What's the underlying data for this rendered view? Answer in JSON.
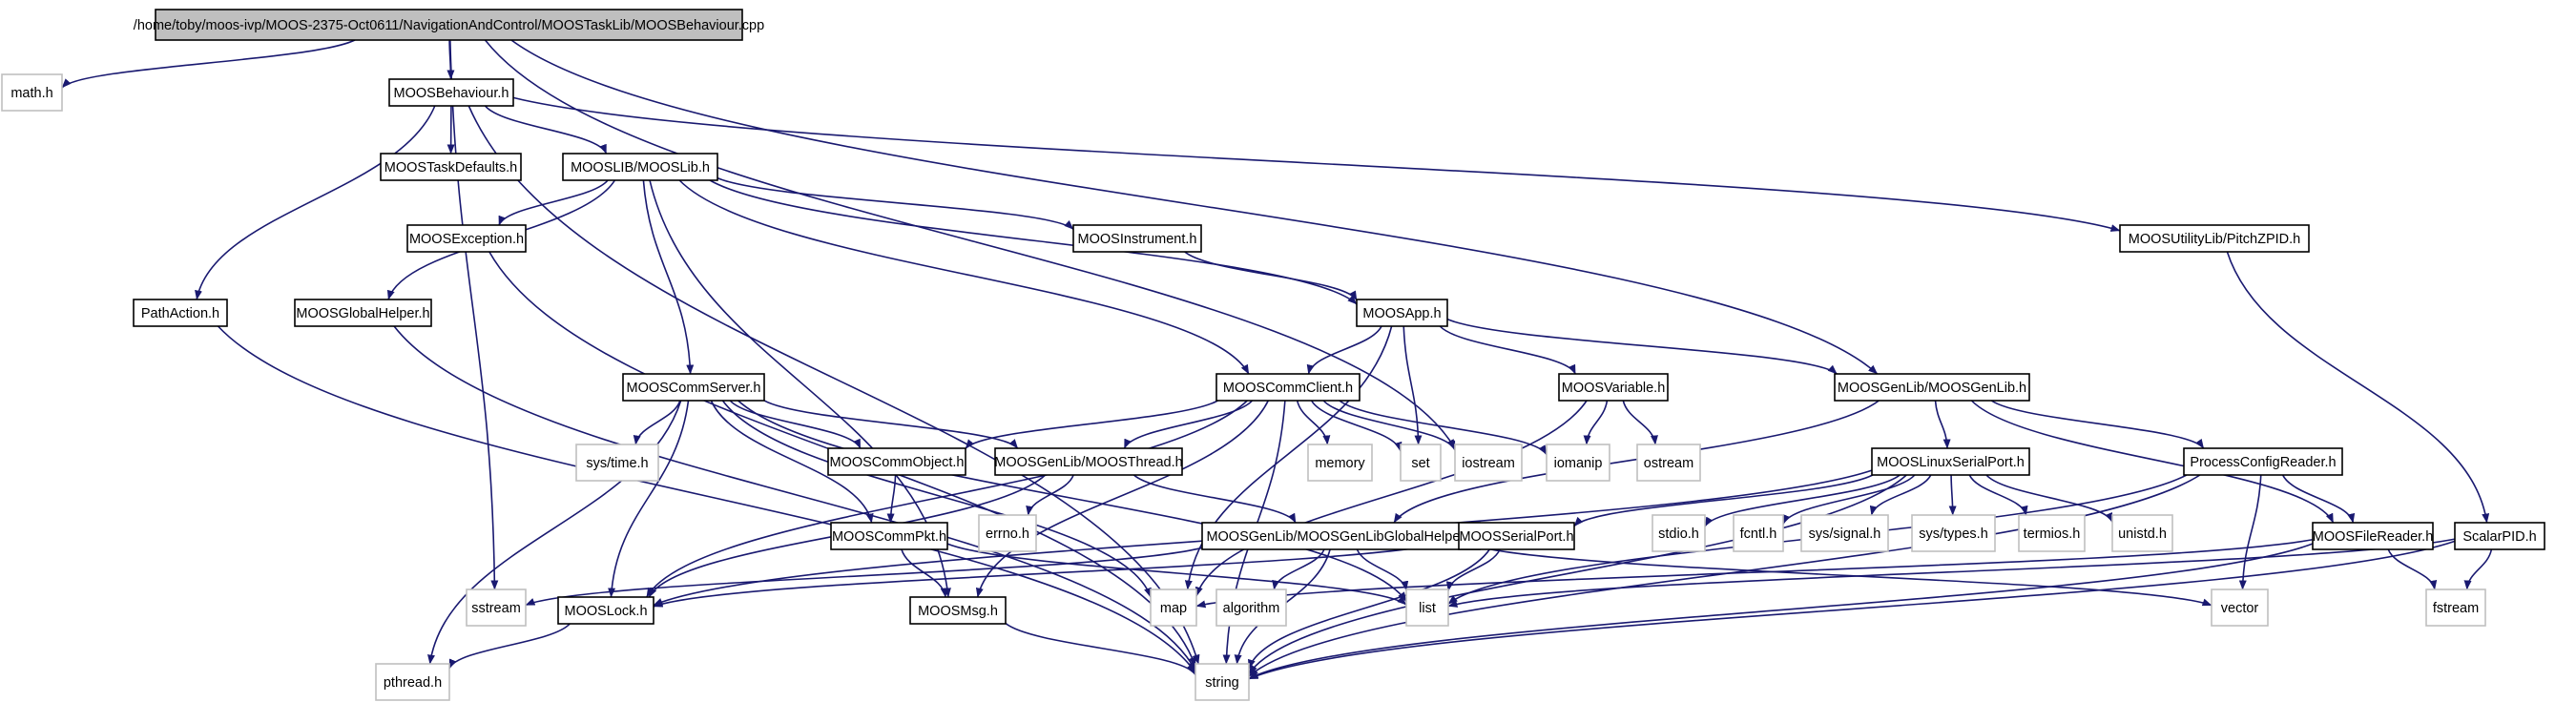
{
  "diagram": {
    "type": "include-dependency-graph",
    "colors": {
      "edge": "#191970",
      "root_fill": "#bfbfbf",
      "local_border": "#000000",
      "system_border": "#bfbfbf",
      "background": "#ffffff"
    },
    "nodes": [
      {
        "id": "root",
        "label": "/home/toby/moos-ivp/MOOS-2375-Oct0611/NavigationAndControl/MOOSTaskLib/MOOSBehaviour.cpp",
        "kind": "root"
      },
      {
        "id": "math_h",
        "label": "math.h",
        "kind": "system"
      },
      {
        "id": "moosbehaviour_h",
        "label": "MOOSBehaviour.h",
        "kind": "local"
      },
      {
        "id": "moostaskdefaults_h",
        "label": "MOOSTaskDefaults.h",
        "kind": "local"
      },
      {
        "id": "mooslib_h",
        "label": "MOOSLIB/MOOSLib.h",
        "kind": "local"
      },
      {
        "id": "pitchzpid_h",
        "label": "MOOSUtilityLib/PitchZPID.h",
        "kind": "local"
      },
      {
        "id": "moosexception_h",
        "label": "MOOSException.h",
        "kind": "local"
      },
      {
        "id": "moosinstrument_h",
        "label": "MOOSInstrument.h",
        "kind": "local"
      },
      {
        "id": "pathaction_h",
        "label": "PathAction.h",
        "kind": "local"
      },
      {
        "id": "moosglobalhelper_h",
        "label": "MOOSGlobalHelper.h",
        "kind": "local"
      },
      {
        "id": "moosapp_h",
        "label": "MOOSApp.h",
        "kind": "local"
      },
      {
        "id": "mooscommserver_h",
        "label": "MOOSCommServer.h",
        "kind": "local"
      },
      {
        "id": "mooscommclient_h",
        "label": "MOOSCommClient.h",
        "kind": "local"
      },
      {
        "id": "moosvariable_h",
        "label": "MOOSVariable.h",
        "kind": "local"
      },
      {
        "id": "moosgenlib_h",
        "label": "MOOSGenLib/MOOSGenLib.h",
        "kind": "local"
      },
      {
        "id": "systime_h",
        "label": "sys/time.h",
        "kind": "system"
      },
      {
        "id": "mooscommobject_h",
        "label": "MOOSCommObject.h",
        "kind": "local"
      },
      {
        "id": "moosthread_h",
        "label": "MOOSGenLib/MOOSThread.h",
        "kind": "local"
      },
      {
        "id": "memory",
        "label": "memory",
        "kind": "system"
      },
      {
        "id": "set",
        "label": "set",
        "kind": "system"
      },
      {
        "id": "iostream",
        "label": "iostream",
        "kind": "system"
      },
      {
        "id": "iomanip",
        "label": "iomanip",
        "kind": "system"
      },
      {
        "id": "ostream",
        "label": "ostream",
        "kind": "system"
      },
      {
        "id": "mooslinuxserialport_h",
        "label": "MOOSLinuxSerialPort.h",
        "kind": "local"
      },
      {
        "id": "processconfigreader_h",
        "label": "ProcessConfigReader.h",
        "kind": "local"
      },
      {
        "id": "errno_h",
        "label": "errno.h",
        "kind": "system"
      },
      {
        "id": "mooscommpkt_h",
        "label": "MOOSCommPkt.h",
        "kind": "local"
      },
      {
        "id": "moosgenlibglobalhelper_h",
        "label": "MOOSGenLib/MOOSGenLibGlobalHelper.h",
        "kind": "local"
      },
      {
        "id": "moosserialport_h",
        "label": "MOOSSerialPort.h",
        "kind": "local"
      },
      {
        "id": "stdio_h",
        "label": "stdio.h",
        "kind": "system"
      },
      {
        "id": "fcntl_h",
        "label": "fcntl.h",
        "kind": "system"
      },
      {
        "id": "syssignal_h",
        "label": "sys/signal.h",
        "kind": "system"
      },
      {
        "id": "systypes_h",
        "label": "sys/types.h",
        "kind": "system"
      },
      {
        "id": "termios_h",
        "label": "termios.h",
        "kind": "system"
      },
      {
        "id": "unistd_h",
        "label": "unistd.h",
        "kind": "system"
      },
      {
        "id": "moosfilereader_h",
        "label": "MOOSFileReader.h",
        "kind": "local"
      },
      {
        "id": "scalarpid_h",
        "label": "ScalarPID.h",
        "kind": "local"
      },
      {
        "id": "sstream",
        "label": "sstream",
        "kind": "system"
      },
      {
        "id": "mooslock_h",
        "label": "MOOSLock.h",
        "kind": "local"
      },
      {
        "id": "moosmsg_h",
        "label": "MOOSMsg.h",
        "kind": "local"
      },
      {
        "id": "map",
        "label": "map",
        "kind": "system"
      },
      {
        "id": "algorithm",
        "label": "algorithm",
        "kind": "system"
      },
      {
        "id": "list",
        "label": "list",
        "kind": "system"
      },
      {
        "id": "vector",
        "label": "vector",
        "kind": "system"
      },
      {
        "id": "fstream",
        "label": "fstream",
        "kind": "system"
      },
      {
        "id": "pthread_h",
        "label": "pthread.h",
        "kind": "system"
      },
      {
        "id": "string",
        "label": "string",
        "kind": "system"
      }
    ],
    "edges": [
      [
        "root",
        "math_h"
      ],
      [
        "root",
        "moosbehaviour_h"
      ],
      [
        "root",
        "sstream"
      ],
      [
        "root",
        "iostream"
      ],
      [
        "root",
        "moosgenlib_h"
      ],
      [
        "moosbehaviour_h",
        "moostaskdefaults_h"
      ],
      [
        "moosbehaviour_h",
        "mooslib_h"
      ],
      [
        "moosbehaviour_h",
        "pitchzpid_h"
      ],
      [
        "moosbehaviour_h",
        "pathaction_h"
      ],
      [
        "moosbehaviour_h",
        "string"
      ],
      [
        "mooslib_h",
        "moosexception_h"
      ],
      [
        "mooslib_h",
        "moosinstrument_h"
      ],
      [
        "mooslib_h",
        "moosglobalhelper_h"
      ],
      [
        "mooslib_h",
        "moosapp_h"
      ],
      [
        "mooslib_h",
        "mooscommserver_h"
      ],
      [
        "mooslib_h",
        "mooscommclient_h"
      ],
      [
        "mooslib_h",
        "moosmsg_h"
      ],
      [
        "pitchzpid_h",
        "scalarpid_h"
      ],
      [
        "moosexception_h",
        "string"
      ],
      [
        "moosinstrument_h",
        "moosapp_h"
      ],
      [
        "pathaction_h",
        "string"
      ],
      [
        "moosglobalhelper_h",
        "string"
      ],
      [
        "moosapp_h",
        "mooscommclient_h"
      ],
      [
        "moosapp_h",
        "moosvariable_h"
      ],
      [
        "moosapp_h",
        "moosgenlib_h"
      ],
      [
        "moosapp_h",
        "set"
      ],
      [
        "moosapp_h",
        "map"
      ],
      [
        "mooscommserver_h",
        "systime_h"
      ],
      [
        "mooscommserver_h",
        "mooscommobject_h"
      ],
      [
        "mooscommserver_h",
        "moosthread_h"
      ],
      [
        "mooscommserver_h",
        "mooscommpkt_h"
      ],
      [
        "mooscommserver_h",
        "mooslock_h"
      ],
      [
        "mooscommserver_h",
        "map"
      ],
      [
        "mooscommserver_h",
        "list"
      ],
      [
        "mooscommserver_h",
        "pthread_h"
      ],
      [
        "mooscommclient_h",
        "mooscommobject_h"
      ],
      [
        "mooscommclient_h",
        "moosthread_h"
      ],
      [
        "mooscommclient_h",
        "memory"
      ],
      [
        "mooscommclient_h",
        "set"
      ],
      [
        "mooscommclient_h",
        "iostream"
      ],
      [
        "mooscommclient_h",
        "iomanip"
      ],
      [
        "mooscommclient_h",
        "mooslock_h"
      ],
      [
        "mooscommclient_h",
        "moosmsg_h"
      ],
      [
        "mooscommclient_h",
        "string"
      ],
      [
        "moosvariable_h",
        "iomanip"
      ],
      [
        "moosvariable_h",
        "ostream"
      ],
      [
        "moosvariable_h",
        "map"
      ],
      [
        "moosgenlib_h",
        "mooslinuxserialport_h"
      ],
      [
        "moosgenlib_h",
        "processconfigreader_h"
      ],
      [
        "moosgenlib_h",
        "moosfilereader_h"
      ],
      [
        "moosgenlib_h",
        "moosgenlibglobalhelper_h"
      ],
      [
        "mooscommobject_h",
        "mooscommpkt_h"
      ],
      [
        "moosthread_h",
        "errno_h"
      ],
      [
        "moosthread_h",
        "moosgenlibglobalhelper_h"
      ],
      [
        "moosthread_h",
        "mooslock_h"
      ],
      [
        "mooscommpkt_h",
        "moosmsg_h"
      ],
      [
        "mooscommpkt_h",
        "list"
      ],
      [
        "mooslinuxserialport_h",
        "moosserialport_h"
      ],
      [
        "mooslinuxserialport_h",
        "stdio_h"
      ],
      [
        "mooslinuxserialport_h",
        "fcntl_h"
      ],
      [
        "mooslinuxserialport_h",
        "syssignal_h"
      ],
      [
        "mooslinuxserialport_h",
        "systypes_h"
      ],
      [
        "mooslinuxserialport_h",
        "termios_h"
      ],
      [
        "mooslinuxserialport_h",
        "unistd_h"
      ],
      [
        "mooslinuxserialport_h",
        "string"
      ],
      [
        "mooslinuxserialport_h",
        "mooslock_h"
      ],
      [
        "processconfigreader_h",
        "moosfilereader_h"
      ],
      [
        "processconfigreader_h",
        "vector"
      ],
      [
        "processconfigreader_h",
        "list"
      ],
      [
        "processconfigreader_h",
        "string"
      ],
      [
        "moosgenlibglobalhelper_h",
        "algorithm"
      ],
      [
        "moosgenlibglobalhelper_h",
        "list"
      ],
      [
        "moosgenlibglobalhelper_h",
        "vector"
      ],
      [
        "moosgenlibglobalhelper_h",
        "sstream"
      ],
      [
        "moosgenlibglobalhelper_h",
        "string"
      ],
      [
        "moosserialport_h",
        "mooslock_h"
      ],
      [
        "moosserialport_h",
        "list"
      ],
      [
        "moosserialport_h",
        "string"
      ],
      [
        "moosfilereader_h",
        "fstream"
      ],
      [
        "moosfilereader_h",
        "map"
      ],
      [
        "moosfilereader_h",
        "string"
      ],
      [
        "scalarpid_h",
        "list"
      ],
      [
        "scalarpid_h",
        "fstream"
      ],
      [
        "scalarpid_h",
        "string"
      ],
      [
        "mooslock_h",
        "pthread_h"
      ],
      [
        "moosmsg_h",
        "string"
      ]
    ]
  }
}
